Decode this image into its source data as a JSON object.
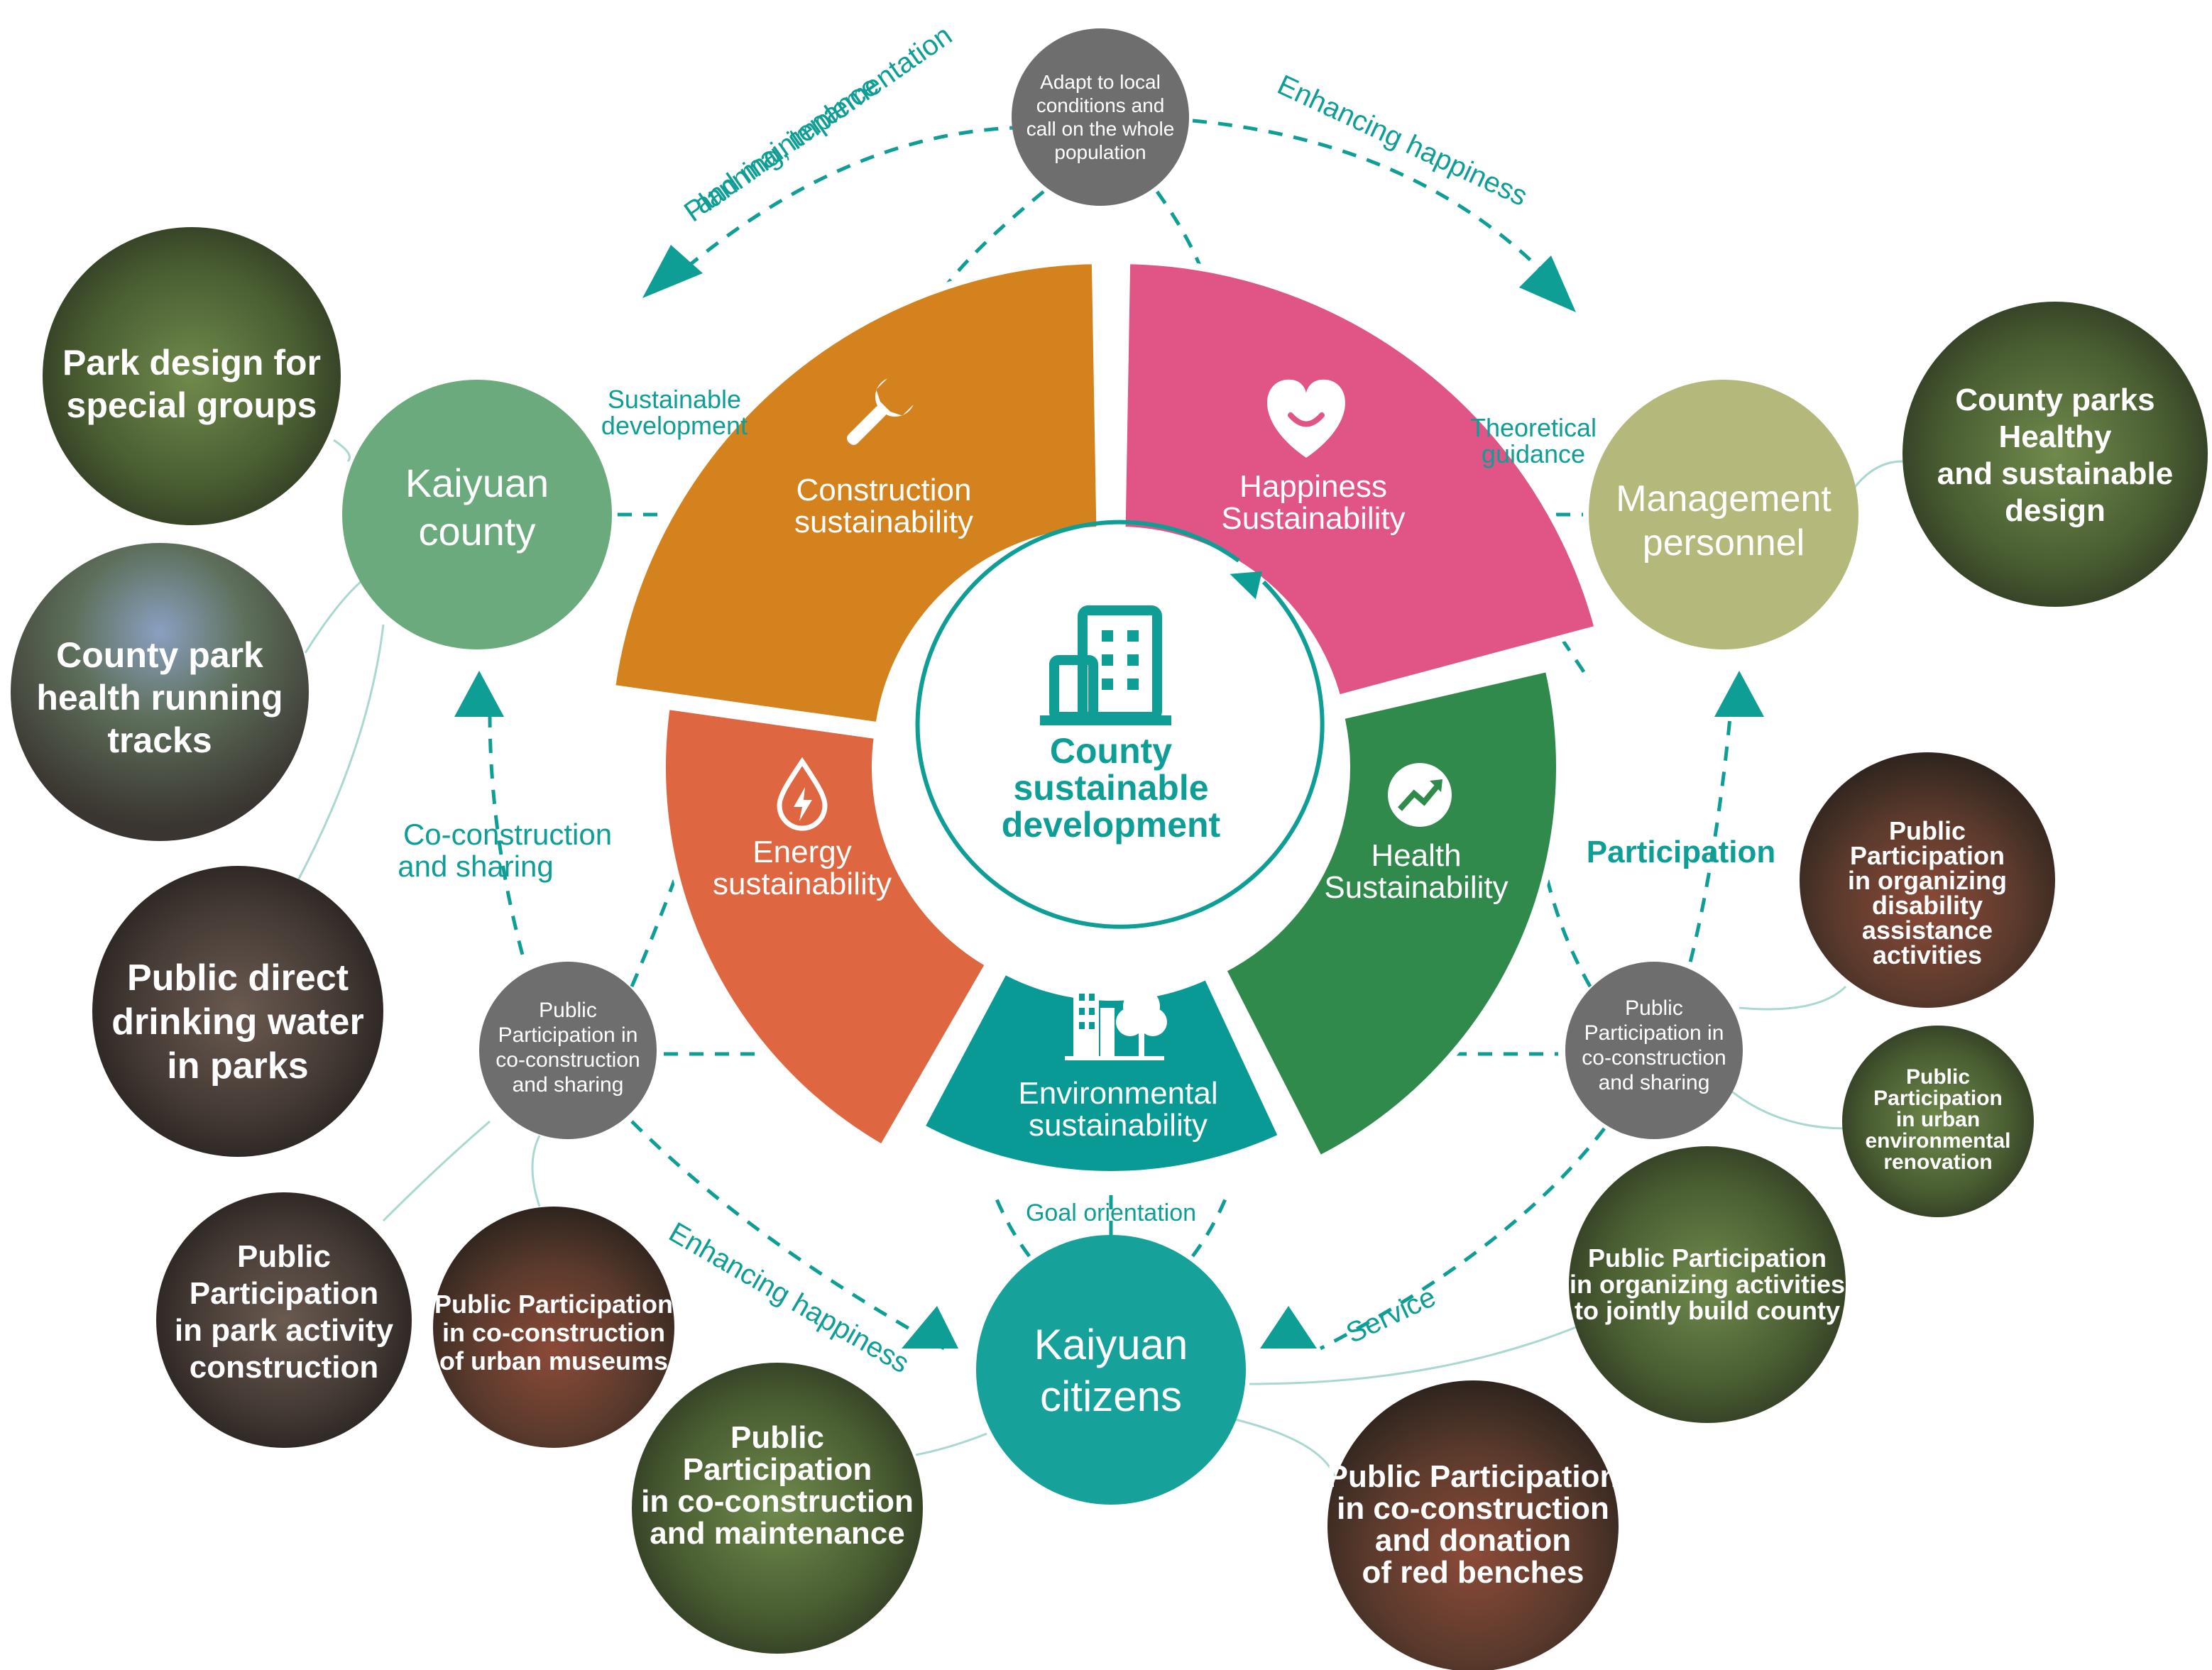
{
  "colors": {
    "teal": "#0e9e96",
    "construction": "#d4821e",
    "happiness": "#e05585",
    "energy": "#de6640",
    "health": "#2f8a4c",
    "environment": "#0a9a96",
    "kaiyuan_county": "#6aaa7c",
    "management": "#b4b87a",
    "grey_node": "#6e6e6e",
    "citizens": "#17a19b"
  },
  "center": {
    "title_lines": [
      "County",
      "sustainable",
      "development"
    ],
    "icon": "building-icon"
  },
  "segments": [
    {
      "key": "construction",
      "label_lines": [
        "Construction",
        "sustainability"
      ],
      "icon": "wrench-icon"
    },
    {
      "key": "happiness",
      "label_lines": [
        "Happiness",
        "Sustainability"
      ],
      "icon": "heart-smile-icon"
    },
    {
      "key": "health",
      "label_lines": [
        "Health",
        "Sustainability"
      ],
      "icon": "growth-chart-icon"
    },
    {
      "key": "environment",
      "label_lines": [
        "Environmental",
        "sustainability"
      ],
      "icon": "city-tree-icon"
    },
    {
      "key": "energy",
      "label_lines": [
        "Energy",
        "sustainability"
      ],
      "icon": "energy-drop-icon"
    }
  ],
  "nodes": {
    "kaiyuan_county": [
      "Kaiyuan",
      "county"
    ],
    "management": [
      "Management",
      "personnel"
    ],
    "citizens": [
      "Kaiyuan",
      "citizens"
    ],
    "top_grey": [
      "Adapt to local",
      "conditions and",
      "call on the whole",
      "population"
    ],
    "left_grey": [
      "Public",
      "Participation in",
      "co-construction",
      "and sharing"
    ],
    "right_grey": [
      "Public",
      "Participation in",
      "co-construction",
      "and sharing"
    ]
  },
  "edge_labels": {
    "planning": [
      "Planning, implementation",
      "and maintenance"
    ],
    "enhancing_top": "Enhancing happiness",
    "sustainable_dev": [
      "Sustainable",
      "development"
    ],
    "theoretical": [
      "Theoretical",
      "guidance"
    ],
    "co_construction": [
      "Co-construction",
      "and sharing"
    ],
    "participation": "Participation",
    "goal": "Goal orientation",
    "enhancing_bottom": "Enhancing happiness",
    "service": "Service"
  },
  "photos": [
    {
      "id": "park-design",
      "lines": [
        "Park design for",
        "special groups"
      ]
    },
    {
      "id": "running-tracks",
      "lines": [
        "County park",
        "health running",
        "tracks"
      ]
    },
    {
      "id": "drinking-water",
      "lines": [
        "Public direct",
        "drinking water",
        "in parks"
      ]
    },
    {
      "id": "park-activity",
      "lines": [
        "Public",
        "Participation",
        "in park activity",
        "construction"
      ]
    },
    {
      "id": "urban-museums",
      "lines": [
        "Public Participation",
        "in co-construction",
        "of urban museums"
      ]
    },
    {
      "id": "co-maintenance",
      "lines": [
        "Public",
        "Participation",
        "in co-construction",
        "and maintenance"
      ]
    },
    {
      "id": "red-benches",
      "lines": [
        "Public Participation",
        "in co-construction",
        "and donation",
        "of red benches"
      ]
    },
    {
      "id": "jointly-build",
      "lines": [
        "Public Participation",
        "in organizing activities",
        "to jointly build county"
      ]
    },
    {
      "id": "env-renovation",
      "lines": [
        "Public",
        "Participation",
        "in urban",
        "environmental",
        "renovation"
      ]
    },
    {
      "id": "disability",
      "lines": [
        "Public",
        "Participation",
        "in organizing",
        "disability",
        "assistance",
        "activities"
      ]
    },
    {
      "id": "county-parks",
      "lines": [
        "County parks",
        "Healthy",
        "and sustainable",
        "design"
      ]
    }
  ]
}
